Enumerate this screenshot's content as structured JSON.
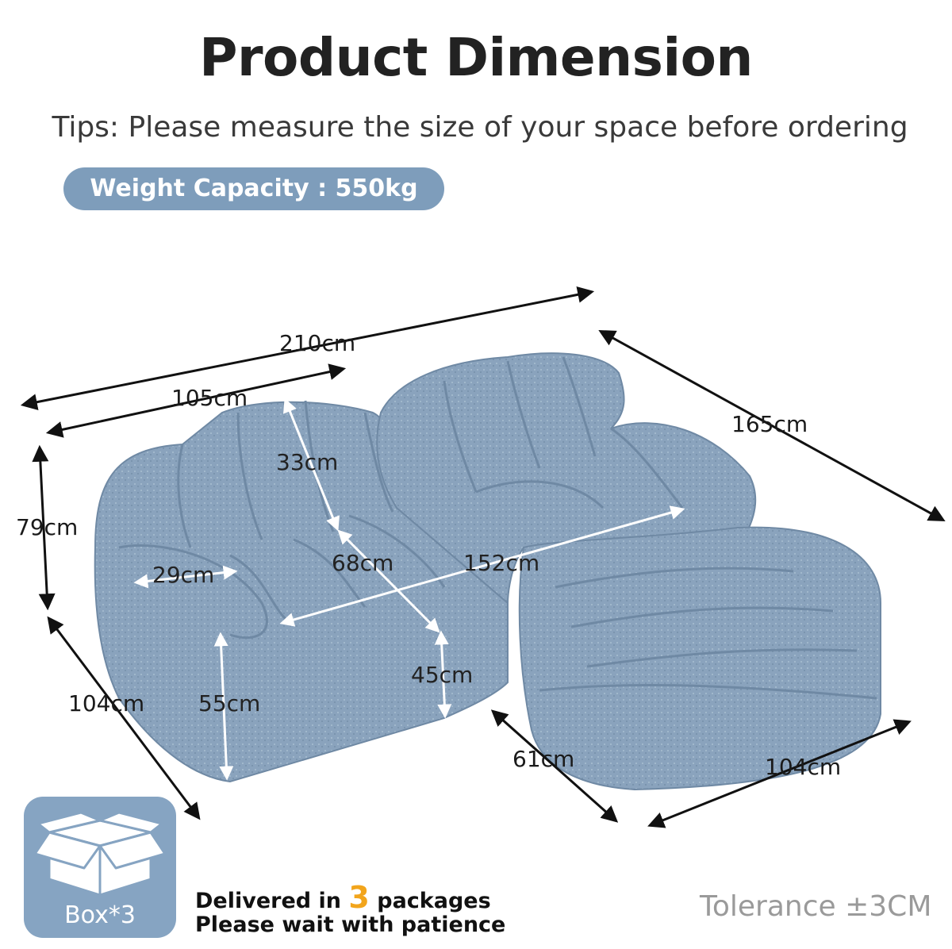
{
  "header": {
    "title": "Product Dimension",
    "tips": "Tips: Please measure the size of your space before ordering",
    "weight_capacity": "Weight Capacity : 550kg"
  },
  "dimensions": {
    "total_width": "210cm",
    "sofa_width": "105cm",
    "depth_right": "165cm",
    "height": "79cm",
    "backrest": "33cm",
    "arm_width": "29cm",
    "seat_depth": "68cm",
    "seat_width": "152cm",
    "seat_height": "45cm",
    "arm_height": "55cm",
    "depth_left": "104cm",
    "ottoman_depth": "61cm",
    "ottoman_width": "104cm"
  },
  "package": {
    "box_label": "Box*3",
    "line1_prefix": "Delivered in ",
    "line1_count": "3",
    "line1_suffix": " packages",
    "line2": "Please wait with patience"
  },
  "tolerance": "Tolerance ±3CM",
  "colors": {
    "fabric": "#8aa3bd",
    "accent_pill": "#7e9dbb",
    "highlight_number": "#f2a51c"
  },
  "icons": [
    "box-icon"
  ]
}
